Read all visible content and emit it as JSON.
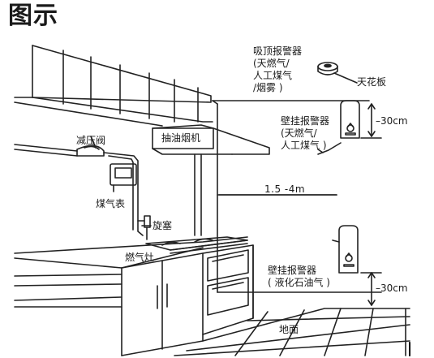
{
  "title": "图示",
  "labels": {
    "ceiling_alarm": [
      "吸顶报警器",
      "(天燃气/",
      "人工煤气",
      "/烟雾 )"
    ],
    "ceiling": "天花板",
    "wall_alarm_top": [
      "壁挂报警器",
      "(天燃气/",
      "人工煤气 )"
    ],
    "range_hood": "抽油烟机",
    "pressure_valve": "减压阀",
    "gas_meter": "煤气表",
    "valve": "旋塞",
    "stove": "燃气灶",
    "height_range": "1.5 -4m",
    "wall_alarm_bottom": [
      "壁挂报警器",
      "( 液化石油气 )"
    ],
    "dist_top": "30cm",
    "dist_bottom": "30cm",
    "floor": "地面"
  }
}
